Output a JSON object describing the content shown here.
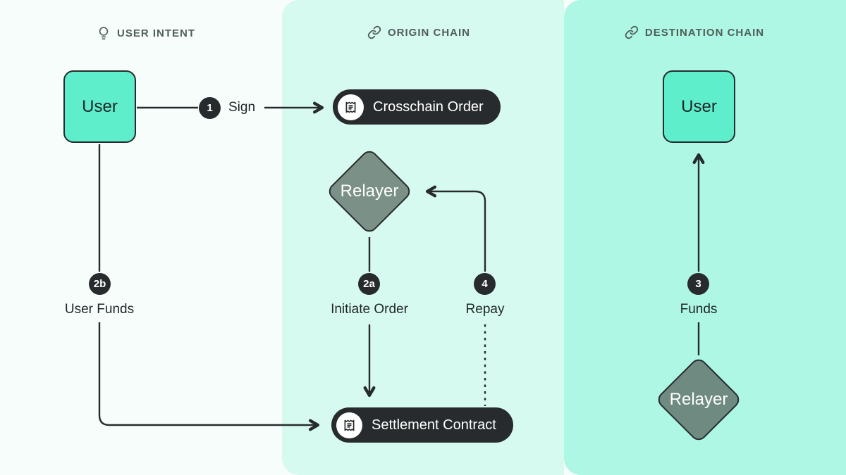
{
  "colors": {
    "col_user_intent_bg": "#f7fdfb",
    "col_origin_bg": "#d7faf0",
    "col_destination_bg": "#adf7e4",
    "node_user_fill": "#5eeecb",
    "node_relayer_fill": "#7b9188",
    "node_relayer_dest_fill": "#6f8b81",
    "dark": "#272b2d",
    "text": "#1f2527",
    "header_text": "#505e59"
  },
  "columns": [
    {
      "header": {
        "icon": "lightbulb-icon",
        "label": "USER INTENT"
      }
    },
    {
      "header": {
        "icon": "link-icon",
        "label": "ORIGIN CHAIN"
      }
    },
    {
      "header": {
        "icon": "link-icon",
        "label": "DESTINATION CHAIN"
      }
    }
  ],
  "nodes": {
    "user_origin": "User",
    "user_destination": "User",
    "relayer_origin": "Relayer",
    "relayer_destination": "Relayer",
    "crosschain_order": "Crosschain Order",
    "settlement_contract": "Settlement Contract"
  },
  "steps": {
    "sign": {
      "badge": "1",
      "label": "Sign"
    },
    "user_funds": {
      "badge": "2b",
      "label": "User Funds"
    },
    "initiate_order": {
      "badge": "2a",
      "label": "Initiate Order"
    },
    "repay": {
      "badge": "4",
      "label": "Repay"
    },
    "funds": {
      "badge": "3",
      "label": "Funds"
    }
  }
}
